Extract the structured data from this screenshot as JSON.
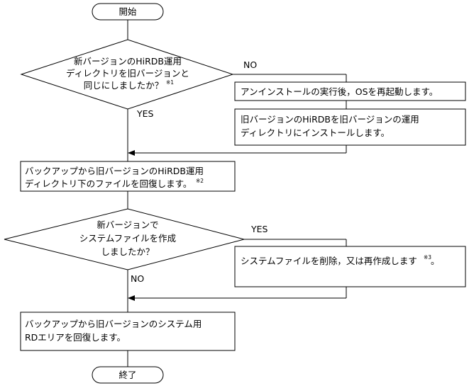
{
  "flowchart": {
    "start_label": "開始",
    "end_label": "終了",
    "decision1": {
      "line1": "新バージョンのHiRDB運用",
      "line2": "ディレクトリを旧バージョンと",
      "line3": "同じにしましたか？",
      "note": "※1",
      "yes": "YES",
      "no": "NO"
    },
    "box_uninstall": {
      "line1": "アンインストールの実行後，OSを再起動します。"
    },
    "box_install_old": {
      "line1": "旧バージョンのHiRDBを旧バージョンの運用",
      "line2": "ディレクトリにインストールします。"
    },
    "box_restore_files": {
      "line1": "バックアップから旧バージョンのHiRDB運用",
      "line2": "ディレクトリ下のファイルを回復します。",
      "note": "※2"
    },
    "decision2": {
      "line1": "新バージョンで",
      "line2": "システムファイルを作成",
      "line3": "しましたか？",
      "yes": "YES",
      "no": "NO"
    },
    "box_sysfile": {
      "line1": "システムファイルを削除，又は再作成します",
      "note": "※3",
      "end": "。"
    },
    "box_restore_rd": {
      "line1": "バックアップから旧バージョンのシステム用",
      "line2": "RDエリアを回復します。"
    }
  }
}
